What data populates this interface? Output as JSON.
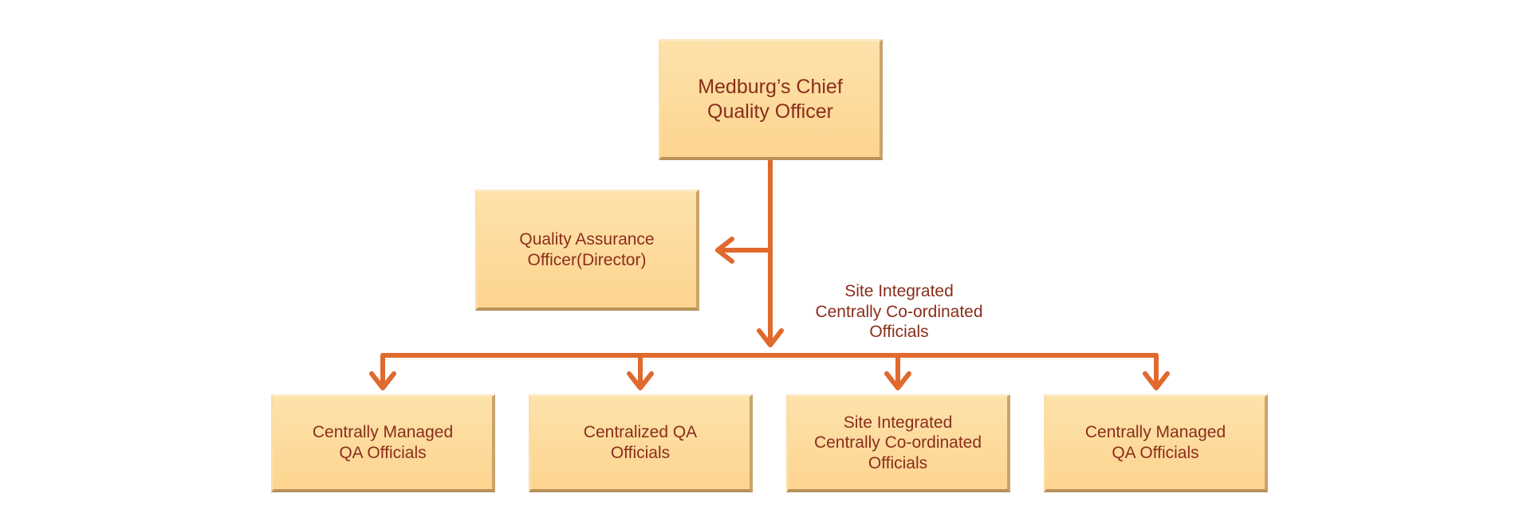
{
  "top_box": {
    "label": "Medburg’s Chief\nQuality Officer"
  },
  "side_box": {
    "label": "Quality Assurance\nOfficer(Director)"
  },
  "branch_label": "Site Integrated\nCentrally Co-ordinated\nOfficials",
  "bottom_boxes": [
    {
      "label": "Centrally Managed\nQA Officials"
    },
    {
      "label": "Centralized QA\nOfficials"
    },
    {
      "label": "Site Integrated\nCentrally Co-ordinated\nOfficials"
    },
    {
      "label": "Centrally Managed\nQA Officials"
    }
  ],
  "colors": {
    "connector": "#e0692e",
    "box_fill": "#fdd795",
    "text": "#8a2e1c"
  }
}
